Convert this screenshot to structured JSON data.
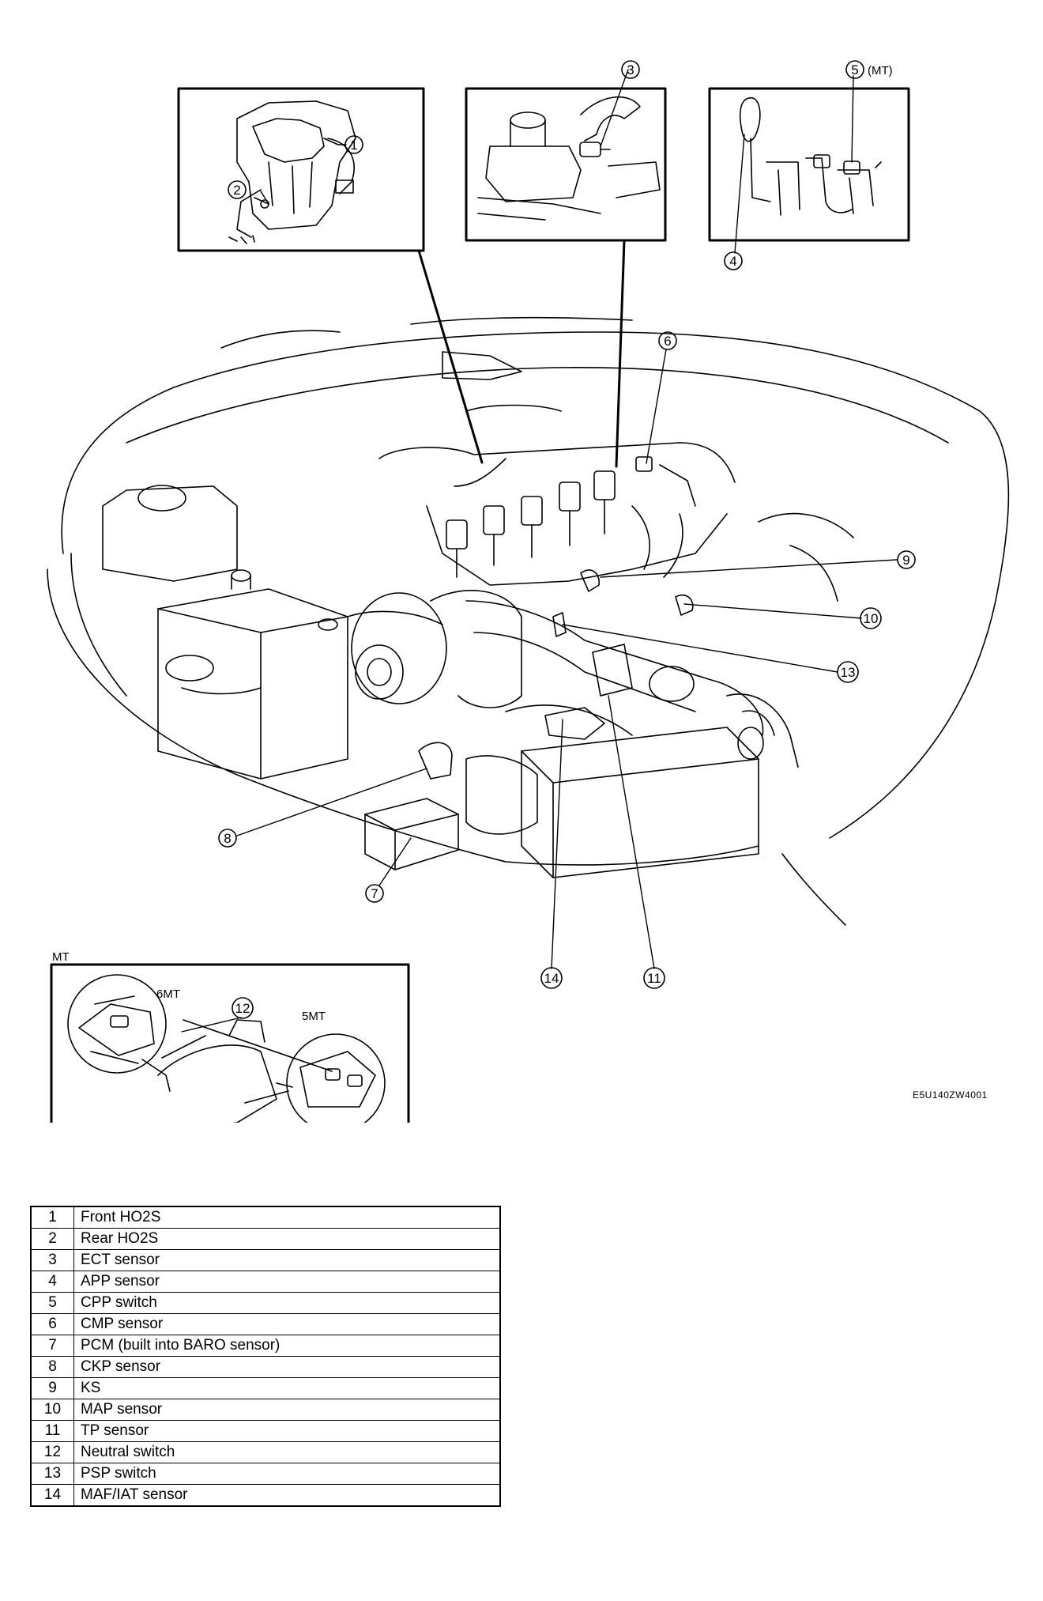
{
  "callouts": {
    "c1": "1",
    "c2": "2",
    "c3": "3",
    "c4": "4",
    "c5": "5",
    "c6": "6",
    "c7": "7",
    "c8": "8",
    "c9": "9",
    "c10": "10",
    "c11": "11",
    "c12": "12",
    "c13": "13",
    "c14": "14"
  },
  "labels": {
    "mt_note": "(MT)",
    "inset_mt": "MT",
    "six_mt": "6MT",
    "five_mt": "5MT"
  },
  "reference_code": "E5U140ZW4001",
  "legend": [
    {
      "num": "1",
      "name": "Front HO2S"
    },
    {
      "num": "2",
      "name": "Rear HO2S"
    },
    {
      "num": "3",
      "name": "ECT sensor"
    },
    {
      "num": "4",
      "name": "APP sensor"
    },
    {
      "num": "5",
      "name": "CPP switch"
    },
    {
      "num": "6",
      "name": "CMP sensor"
    },
    {
      "num": "7",
      "name": "PCM (built into BARO sensor)"
    },
    {
      "num": "8",
      "name": "CKP sensor"
    },
    {
      "num": "9",
      "name": "KS"
    },
    {
      "num": "10",
      "name": "MAP sensor"
    },
    {
      "num": "11",
      "name": "TP sensor"
    },
    {
      "num": "12",
      "name": "Neutral switch"
    },
    {
      "num": "13",
      "name": "PSP switch"
    },
    {
      "num": "14",
      "name": "MAF/IAT sensor"
    }
  ]
}
